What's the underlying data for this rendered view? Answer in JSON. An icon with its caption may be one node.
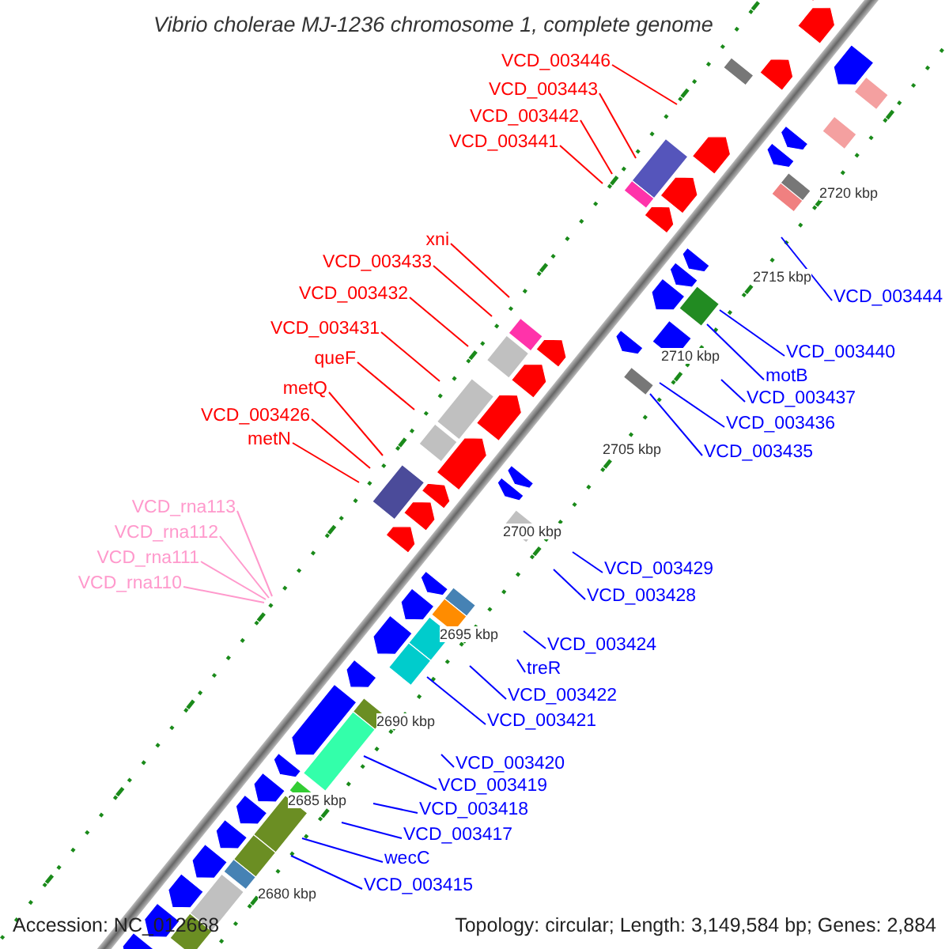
{
  "diagram": {
    "title": "Vibrio cholerae MJ-1236 chromosome 1, complete genome",
    "nodes": [
      {
        "text": [
          "VCD_003446"
        ]
      },
      {
        "text": [
          "VCD_003443"
        ]
      },
      {
        "text": [
          "VCD_003442"
        ]
      },
      {
        "text": [
          "VCD_003441"
        ]
      },
      {
        "text": [
          "xni"
        ]
      },
      {
        "text": [
          "VCD_003433"
        ]
      },
      {
        "text": [
          "VCD_003432"
        ]
      },
      {
        "text": [
          "VCD_003444"
        ]
      },
      {
        "text": [
          "VCD_003431"
        ]
      },
      {
        "text": [
          "VCD_003440"
        ]
      },
      {
        "text": [
          "queF"
        ]
      },
      {
        "text": [
          "motB"
        ]
      },
      {
        "text": [
          "metQ"
        ]
      },
      {
        "text": [
          "VCD_003437"
        ]
      },
      {
        "text": [
          "VCD_003426"
        ]
      },
      {
        "text": [
          "VCD_003436"
        ]
      },
      {
        "text": [
          "metN"
        ]
      },
      {
        "text": [
          "VCD_003435"
        ]
      },
      {
        "text": [
          "VCD_rna113"
        ]
      },
      {
        "text": [
          "VCD_rna112"
        ]
      },
      {
        "text": [
          "VCD_rna111"
        ]
      },
      {
        "text": [
          "VCD_003429"
        ]
      },
      {
        "text": [
          "VCD_rna110"
        ]
      },
      {
        "text": [
          "VCD_003428"
        ]
      },
      {
        "text": [
          "VCD_003424"
        ]
      },
      {
        "text": [
          "treR"
        ]
      },
      {
        "text": [
          "VCD_003422"
        ]
      },
      {
        "text": [
          "VCD_003421"
        ]
      },
      {
        "text": [
          "VCD_003420"
        ]
      },
      {
        "text": [
          "VCD_003419"
        ]
      },
      {
        "text": [
          "VCD_003418"
        ]
      },
      {
        "text": [
          "VCD_003417"
        ]
      },
      {
        "text": [
          "wecC"
        ]
      },
      {
        "text": [
          "VCD_003415"
        ]
      }
    ],
    "edges": [
      {
        "from": 0,
        "to": null,
        "arrow": "none",
        "color": "#ff0000"
      },
      {
        "from": 1,
        "to": null,
        "arrow": "none",
        "color": "#ff0000"
      },
      {
        "from": 2,
        "to": null,
        "arrow": "none",
        "color": "#ff0000"
      },
      {
        "from": 3,
        "to": null,
        "arrow": "none",
        "color": "#ff0000"
      },
      {
        "from": 4,
        "to": null,
        "arrow": "none",
        "color": "#ff0000"
      },
      {
        "from": 5,
        "to": null,
        "arrow": "none",
        "color": "#ff0000"
      },
      {
        "from": 6,
        "to": null,
        "arrow": "none",
        "color": "#ff0000"
      },
      {
        "from": 7,
        "to": null,
        "arrow": "none"
      },
      {
        "from": 8,
        "to": null,
        "arrow": "none",
        "color": "#ff0000"
      },
      {
        "from": 9,
        "to": null,
        "arrow": "none"
      },
      {
        "from": 10,
        "to": null,
        "arrow": "none",
        "color": "#ff0000"
      },
      {
        "from": 11,
        "to": null,
        "arrow": "none"
      },
      {
        "from": 12,
        "to": null,
        "arrow": "none",
        "color": "#ff0000"
      },
      {
        "from": 13,
        "to": null,
        "arrow": "none"
      },
      {
        "from": 14,
        "to": null,
        "arrow": "none",
        "color": "#ff0000"
      },
      {
        "from": 15,
        "to": null,
        "arrow": "none"
      },
      {
        "from": 16,
        "to": null,
        "arrow": "none",
        "color": "#ff0000"
      },
      {
        "from": 17,
        "to": null,
        "arrow": "none"
      },
      {
        "from": 18,
        "to": null,
        "arrow": "none",
        "color": "#ff99cc"
      },
      {
        "from": 19,
        "to": null,
        "arrow": "none",
        "color": "#ff99cc"
      },
      {
        "from": 20,
        "to": null,
        "arrow": "none",
        "color": "#ff99cc"
      },
      {
        "from": 21,
        "to": null,
        "arrow": "none"
      },
      {
        "from": 22,
        "to": null,
        "arrow": "none",
        "color": "#ff99cc"
      },
      {
        "from": 23,
        "to": null,
        "arrow": "none"
      },
      {
        "from": 24,
        "to": null,
        "arrow": "none"
      },
      {
        "from": 25,
        "to": null,
        "arrow": "none"
      },
      {
        "from": 26,
        "to": null,
        "arrow": "none"
      },
      {
        "from": 27,
        "to": null,
        "arrow": "none"
      },
      {
        "from": 28,
        "to": null,
        "arrow": "none"
      },
      {
        "from": 29,
        "to": null,
        "arrow": "none"
      },
      {
        "from": 30,
        "to": null,
        "arrow": "none"
      },
      {
        "from": 31,
        "to": null,
        "arrow": "none"
      },
      {
        "from": 32,
        "to": null,
        "arrow": "none"
      },
      {
        "from": 33,
        "to": null,
        "arrow": "none"
      }
    ],
    "labels": [
      "2720 kbp",
      "2715 kbp",
      "2710 kbp",
      "2705 kbp",
      "2700 kbp",
      "2695 kbp",
      "2690 kbp",
      "2685 kbp",
      "2680 kbp",
      "Accession: NC_012668",
      "Topology: circular; Length: 3,149,584 bp; Genes: 2,884"
    ]
  }
}
